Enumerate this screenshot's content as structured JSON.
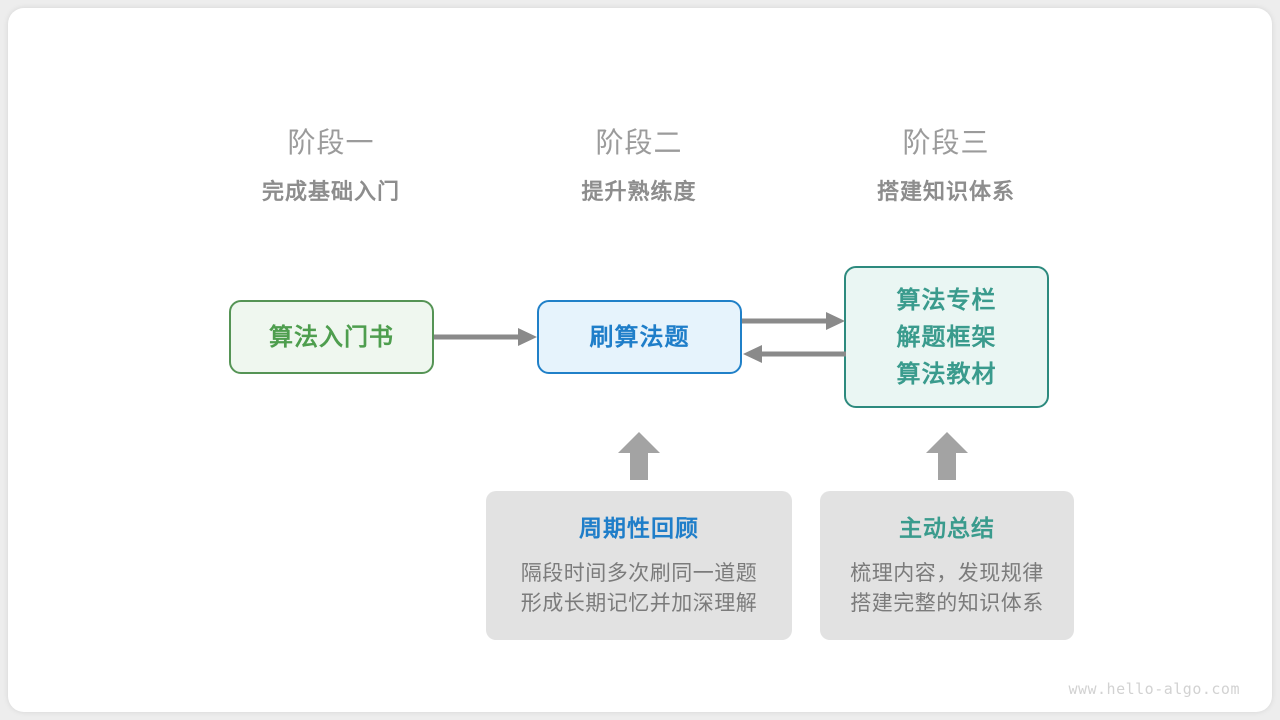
{
  "colors": {
    "background": "#ededed",
    "card": "#ffffff",
    "green": "#4e9e4e",
    "green_border": "#559455",
    "green_fill": "#eff7ef",
    "blue": "#1f7ec9",
    "blue_border": "#2080c8",
    "blue_fill": "#e6f3fc",
    "teal": "#3a9b8d",
    "teal_border": "#2d8a7e",
    "teal_fill": "#eaf6f3",
    "gray_note_fill": "#e2e2e2",
    "gray_text": "#7b7b7b",
    "arrow": "#8a8a8a",
    "heading": "#9b9b9b",
    "watermark": "#d2d2d2"
  },
  "stages": [
    {
      "title": "阶段一",
      "subtitle": "完成基础入门"
    },
    {
      "title": "阶段二",
      "subtitle": "提升熟练度"
    },
    {
      "title": "阶段三",
      "subtitle": "搭建知识体系"
    }
  ],
  "boxes": [
    {
      "id": "intro-book",
      "lines": [
        "算法入门书"
      ],
      "style": "green"
    },
    {
      "id": "practice-problems",
      "lines": [
        "刷算法题"
      ],
      "style": "blue"
    },
    {
      "id": "knowledge-resources",
      "lines": [
        "算法专栏",
        "解题框架",
        "算法教材"
      ],
      "style": "teal"
    }
  ],
  "notes": [
    {
      "id": "periodic-review",
      "title": "周期性回顾",
      "title_style": "blue",
      "body": [
        "隔段时间多次刷同一道题",
        "形成长期记忆并加深理解"
      ]
    },
    {
      "id": "active-summary",
      "title": "主动总结",
      "title_style": "teal",
      "body": [
        "梳理内容，发现规律",
        "搭建完整的知识体系"
      ]
    }
  ],
  "arrows": [
    {
      "id": "book-to-practice",
      "direction": "right"
    },
    {
      "id": "practice-to-resources",
      "direction": "right"
    },
    {
      "id": "resources-to-practice",
      "direction": "left"
    },
    {
      "id": "review-to-practice",
      "direction": "up"
    },
    {
      "id": "summary-to-resources",
      "direction": "up"
    }
  ],
  "watermark": "www.hello-algo.com"
}
